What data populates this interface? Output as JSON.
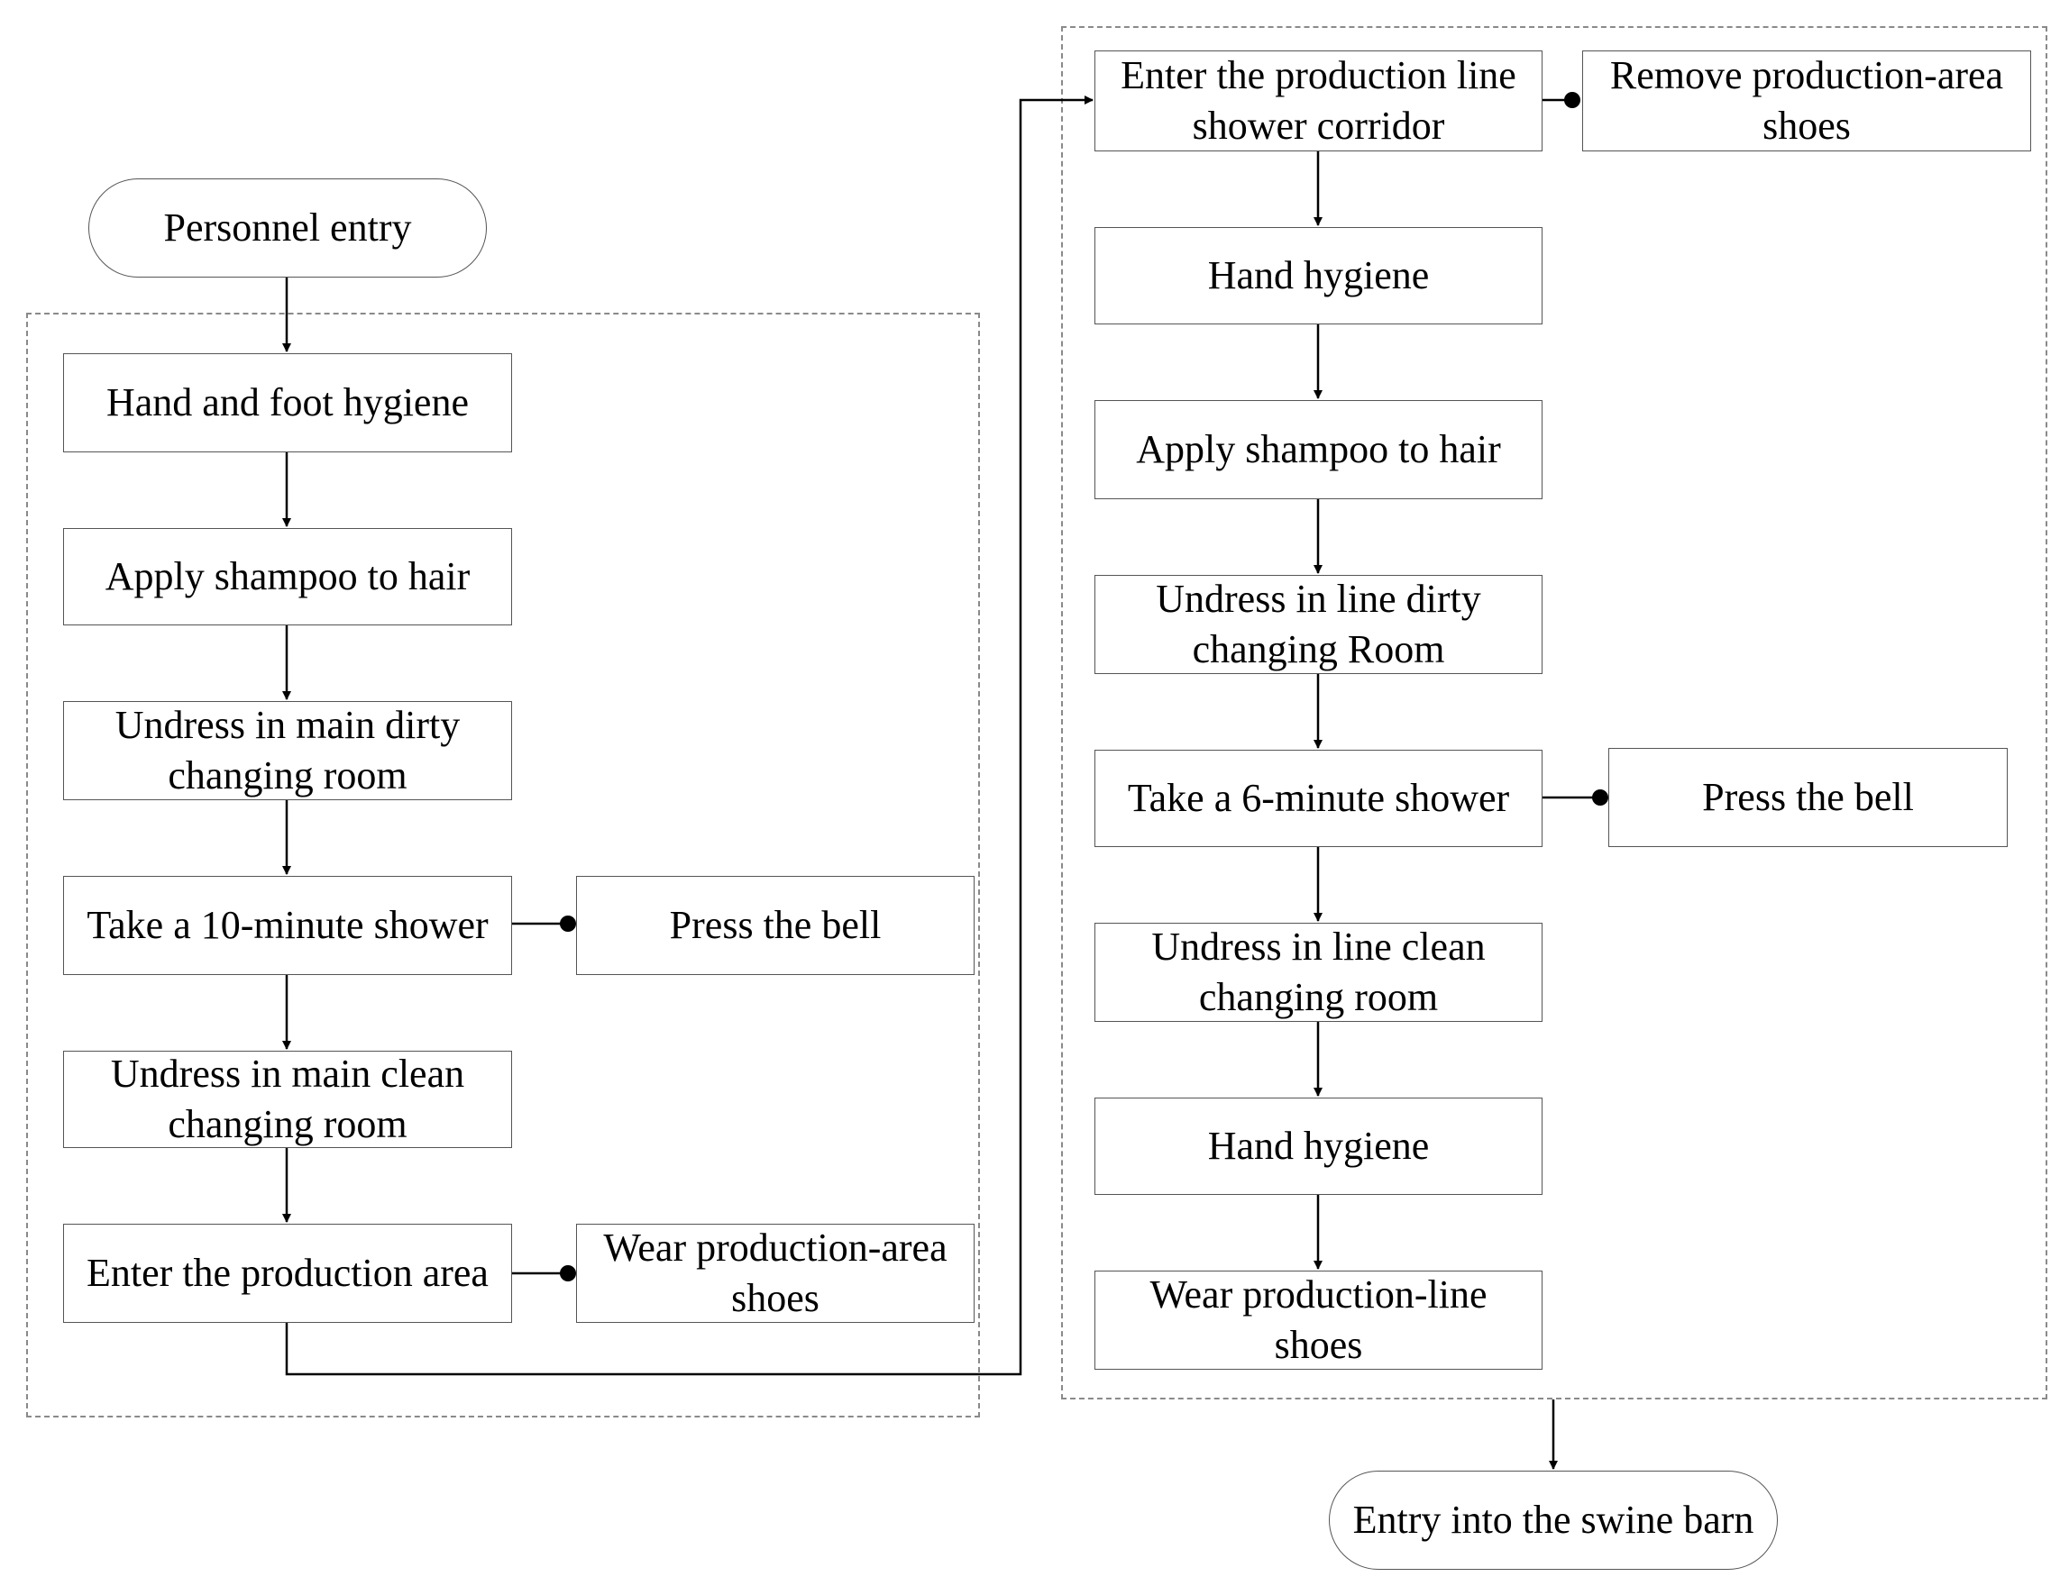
{
  "flow": {
    "start": "Personnel entry",
    "main_area": {
      "hand_foot_hygiene": "Hand and foot hygiene",
      "shampoo": "Apply shampoo to hair",
      "undress_dirty": "Undress in main dirty\nchanging room",
      "shower": "Take a 10-minute shower",
      "press_bell": "Press the bell",
      "undress_clean": "Undress in main clean\nchanging room",
      "enter_production_area": "Enter the production area",
      "wear_area_shoes": "Wear production-area\nshoes"
    },
    "line_area": {
      "enter_corridor": "Enter the production line\nshower corridor",
      "remove_shoes": "Remove production-area\nshoes",
      "hand_hygiene_1": "Hand hygiene",
      "shampoo": "Apply shampoo to hair",
      "undress_dirty": "Undress in line dirty\nchanging Room",
      "shower": "Take a 6-minute shower",
      "press_bell": "Press the bell",
      "undress_clean": "Undress in line clean\nchanging room",
      "hand_hygiene_2": "Hand hygiene",
      "wear_line_shoes": "Wear production-line\nshoes"
    },
    "end": "Entry into the swine barn"
  }
}
